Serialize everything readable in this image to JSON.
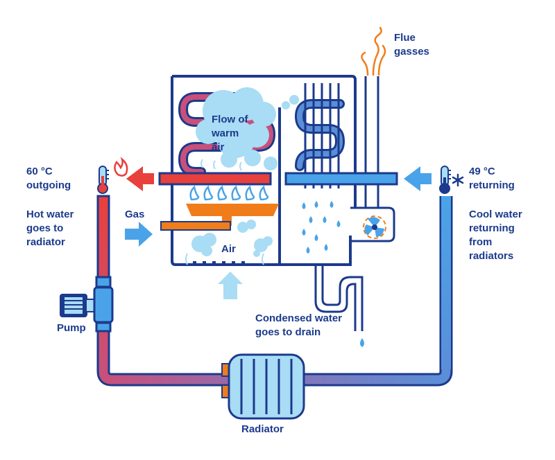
{
  "labels": {
    "flue": [
      "Flue",
      "gasses"
    ],
    "flow": [
      "Flow of",
      "warm",
      "air"
    ],
    "outgoing": [
      "60 °C",
      "outgoing"
    ],
    "returning": [
      "49 °C",
      "returning"
    ],
    "hot_water": [
      "Hot water",
      "goes to",
      "radiator"
    ],
    "cool_water": [
      "Cool water",
      "returning",
      "from",
      "radiators"
    ],
    "gas": "Gas",
    "air": "Air",
    "pump": "Pump",
    "condensed": [
      "Condensed water",
      "goes to drain"
    ],
    "radiator": "Radiator"
  },
  "colors": {
    "navy": "#1b3a8c",
    "hot": "#e8403c",
    "cool": "#4aa3e8",
    "light_blue": "#a9dcf5",
    "orange": "#f07d1a",
    "pipe_mid": "#8a72b4"
  },
  "icons": [
    "thermometer-icon",
    "flame-icon",
    "snowflake-icon",
    "fan-icon",
    "flue-swirl-icon"
  ]
}
